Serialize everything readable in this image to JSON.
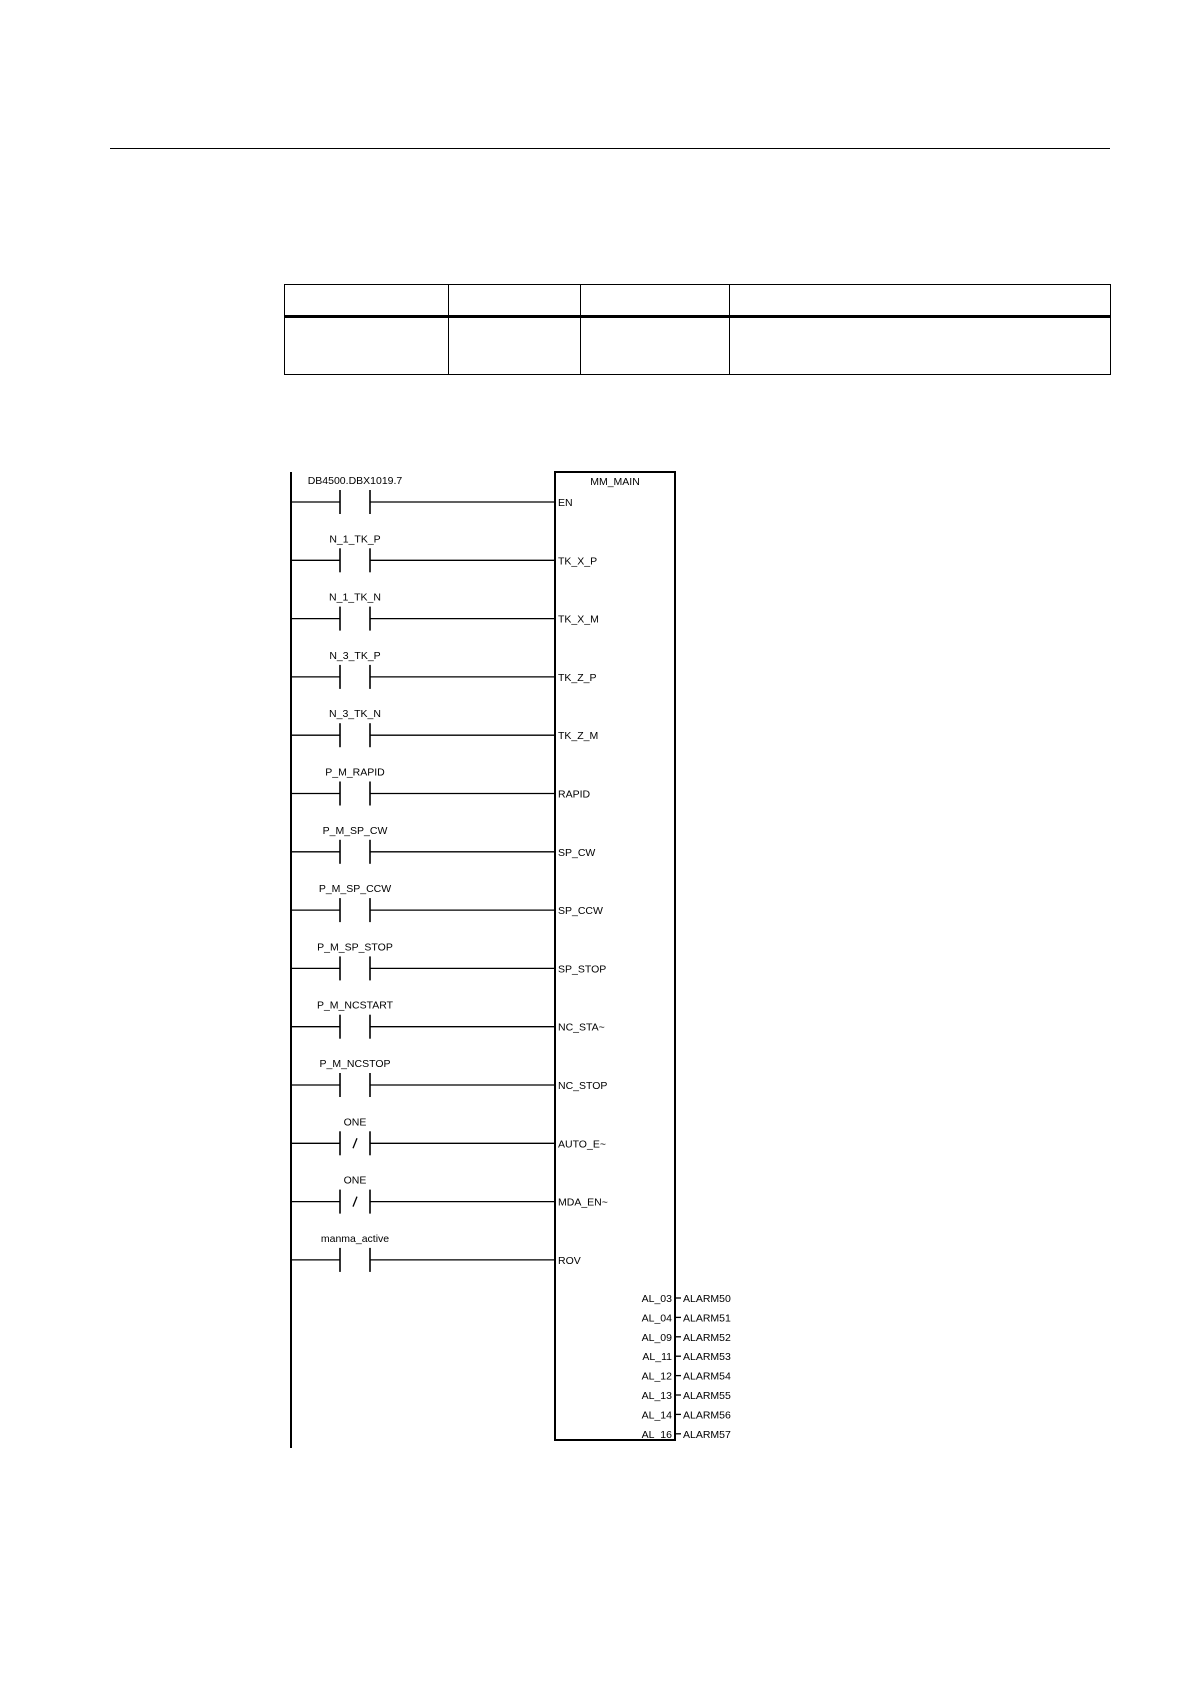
{
  "table": {
    "headers": [
      "",
      "",
      "",
      ""
    ],
    "rows": [
      [
        "",
        "",
        "",
        ""
      ]
    ]
  },
  "block": {
    "name": "MM_MAIN",
    "inputs": [
      {
        "contact": "DB4500.DBX1019.7",
        "negated": false,
        "pin": "EN"
      },
      {
        "contact": "N_1_TK_P",
        "negated": false,
        "pin": "TK_X_P"
      },
      {
        "contact": "N_1_TK_N",
        "negated": false,
        "pin": "TK_X_M"
      },
      {
        "contact": "N_3_TK_P",
        "negated": false,
        "pin": "TK_Z_P"
      },
      {
        "contact": "N_3_TK_N",
        "negated": false,
        "pin": "TK_Z_M"
      },
      {
        "contact": "P_M_RAPID",
        "negated": false,
        "pin": "RAPID"
      },
      {
        "contact": "P_M_SP_CW",
        "negated": false,
        "pin": "SP_CW"
      },
      {
        "contact": "P_M_SP_CCW",
        "negated": false,
        "pin": "SP_CCW"
      },
      {
        "contact": "P_M_SP_STOP",
        "negated": false,
        "pin": "SP_STOP"
      },
      {
        "contact": "P_M_NCSTART",
        "negated": false,
        "pin": "NC_STA~"
      },
      {
        "contact": "P_M_NCSTOP",
        "negated": false,
        "pin": "NC_STOP"
      },
      {
        "contact": "ONE",
        "negated": true,
        "pin": "AUTO_E~"
      },
      {
        "contact": "ONE",
        "negated": true,
        "pin": "MDA_EN~"
      },
      {
        "contact": "manma_active",
        "negated": false,
        "pin": "ROV"
      }
    ],
    "outputs": [
      {
        "pin": "AL_03",
        "target": "ALARM50"
      },
      {
        "pin": "AL_04",
        "target": "ALARM51"
      },
      {
        "pin": "AL_09",
        "target": "ALARM52"
      },
      {
        "pin": "AL_11",
        "target": "ALARM53"
      },
      {
        "pin": "AL_12",
        "target": "ALARM54"
      },
      {
        "pin": "AL_13",
        "target": "ALARM55"
      },
      {
        "pin": "AL_14",
        "target": "ALARM56"
      },
      {
        "pin": "AL_16",
        "target": "ALARM57"
      }
    ]
  }
}
